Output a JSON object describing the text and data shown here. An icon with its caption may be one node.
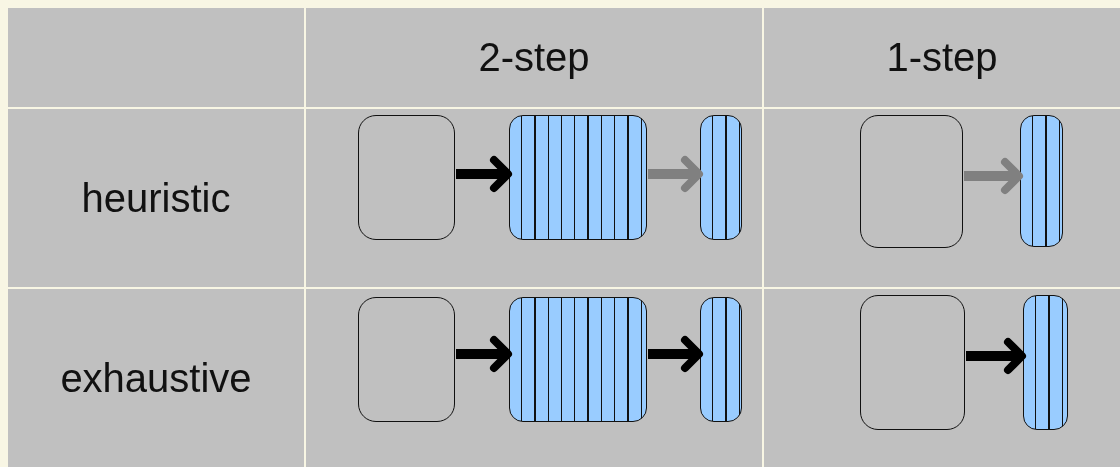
{
  "diagram": {
    "nodes": [
      {
        "text": [],
        "shape": "box"
      },
      {
        "text": [],
        "shape": "box"
      },
      {
        "text": [],
        "shape": "box"
      },
      {
        "text": [],
        "shape": "box"
      },
      {
        "text": [],
        "shape": "box"
      },
      {
        "text": [],
        "shape": "box"
      },
      {
        "text": [],
        "shape": "box"
      },
      {
        "text": [],
        "shape": "box"
      },
      {
        "text": [],
        "shape": "box"
      },
      {
        "text": [],
        "shape": "box"
      }
    ],
    "edges": [
      {
        "from": 0,
        "to": 1,
        "arrow": "to"
      },
      {
        "from": 1,
        "to": 2,
        "arrow": "to",
        "color": "#808080"
      },
      {
        "from": 3,
        "to": 4,
        "arrow": "to",
        "color": "#808080"
      },
      {
        "from": 5,
        "to": 6,
        "arrow": "to"
      },
      {
        "from": 6,
        "to": 7,
        "arrow": "to"
      },
      {
        "from": 8,
        "to": 9,
        "arrow": "to"
      }
    ],
    "labels": [
      "2-step",
      "1-step",
      "heuristic",
      "exhaustive"
    ]
  }
}
